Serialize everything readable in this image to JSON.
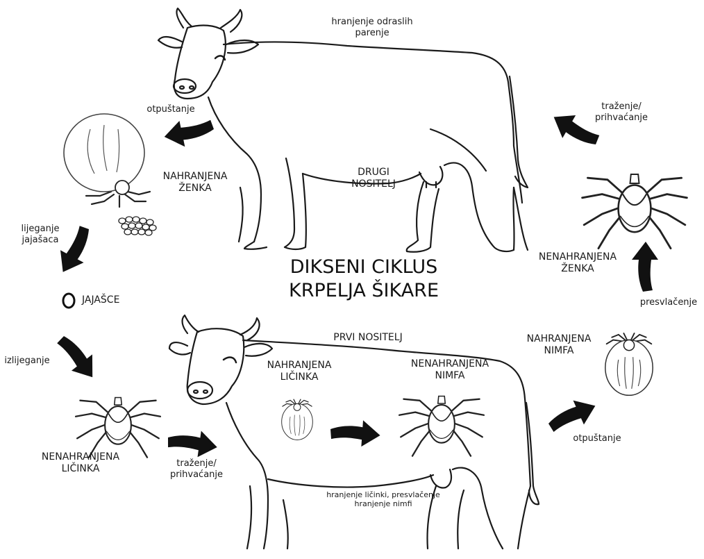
{
  "title": "DIKSENI CIKLUS\nKRPELJA ŠIKARE",
  "hosts": {
    "second": "DRUGI\nNOSITELJ",
    "first": "PRVI NOSITELJ"
  },
  "stages": {
    "fed_female": "NAHRANJENA\nŽENKA",
    "egg": "JAJAŠCE",
    "unfed_larva": "NENAHRANJENA\nLIČINKA",
    "fed_larva": "NAHRANJENA\nLIČINKA",
    "unfed_nymph": "NENAHRANJENA\nNIMFA",
    "fed_nymph": "NAHRANJENA\nNIMFA",
    "unfed_female": "NENAHRANJENA\nŽENKA"
  },
  "actions": {
    "adult_feeding": "hranjenje odraslih\nparenje",
    "drop_off_top": "otpuštanje",
    "egg_laying": "lijeganje\njajašaca",
    "hatching": "izlijeganje",
    "questing_bottom": "traženje/\nprihvaćanje",
    "larva_nymph_feeding": "hranjenje ličinki, presvlačenje\nhranjenje nimfi",
    "drop_off_right": "otpuštanje",
    "molting": "presvlačenje",
    "questing_top": "traženje/\nprihvaćanje"
  }
}
